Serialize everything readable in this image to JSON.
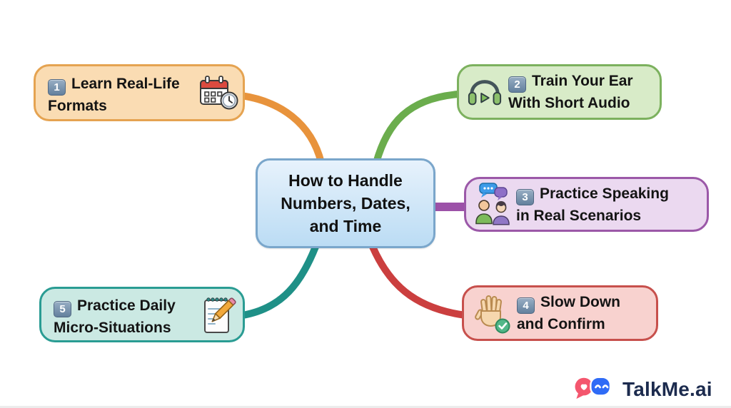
{
  "title": "Mind map: How to Handle Numbers, Dates, and Time",
  "center": {
    "lines": [
      "How to Handle",
      "Numbers, Dates,",
      "and Time"
    ],
    "fill_top": "#E7F2FC",
    "fill_bottom": "#BBDCF4",
    "border": "#7AA6CB"
  },
  "nodes": [
    {
      "number": "1",
      "lines": [
        "Learn Real-Life",
        "Formats"
      ],
      "icon": "calendar-clock-icon",
      "fill": "#FADCB3",
      "border": "#E5A351",
      "connector": "#E8933C"
    },
    {
      "number": "2",
      "lines": [
        "Train Your Ear",
        "With Short Audio"
      ],
      "icon": "headphones-play-icon",
      "fill": "#D8EBC8",
      "border": "#7CB15E",
      "connector": "#6BAD4D"
    },
    {
      "number": "3",
      "lines": [
        "Practice Speaking",
        "in Real Scenarios"
      ],
      "icon": "people-chat-icon",
      "fill": "#EBD9F0",
      "border": "#9B58A8",
      "connector": "#9C51A8"
    },
    {
      "number": "4",
      "lines": [
        "Slow Down",
        "and Confirm"
      ],
      "icon": "hand-check-icon",
      "fill": "#F8D2CF",
      "border": "#C7504C",
      "connector": "#CB3F3F"
    },
    {
      "number": "5",
      "lines": [
        "Practice Daily",
        "Micro-Situations"
      ],
      "icon": "notepad-pencil-icon",
      "fill": "#CBE9E3",
      "border": "#2A9C93",
      "connector": "#1F9087"
    }
  ],
  "badge": {
    "bg_top": "#98AEC4",
    "bg_bottom": "#63809D",
    "border": "#506883",
    "text_color": "#FFFFFF"
  },
  "logo": {
    "text": "TalkMe.ai",
    "text_color": "#1C2B4E",
    "pink": "#F4566E",
    "blue": "#2F6BF6"
  }
}
